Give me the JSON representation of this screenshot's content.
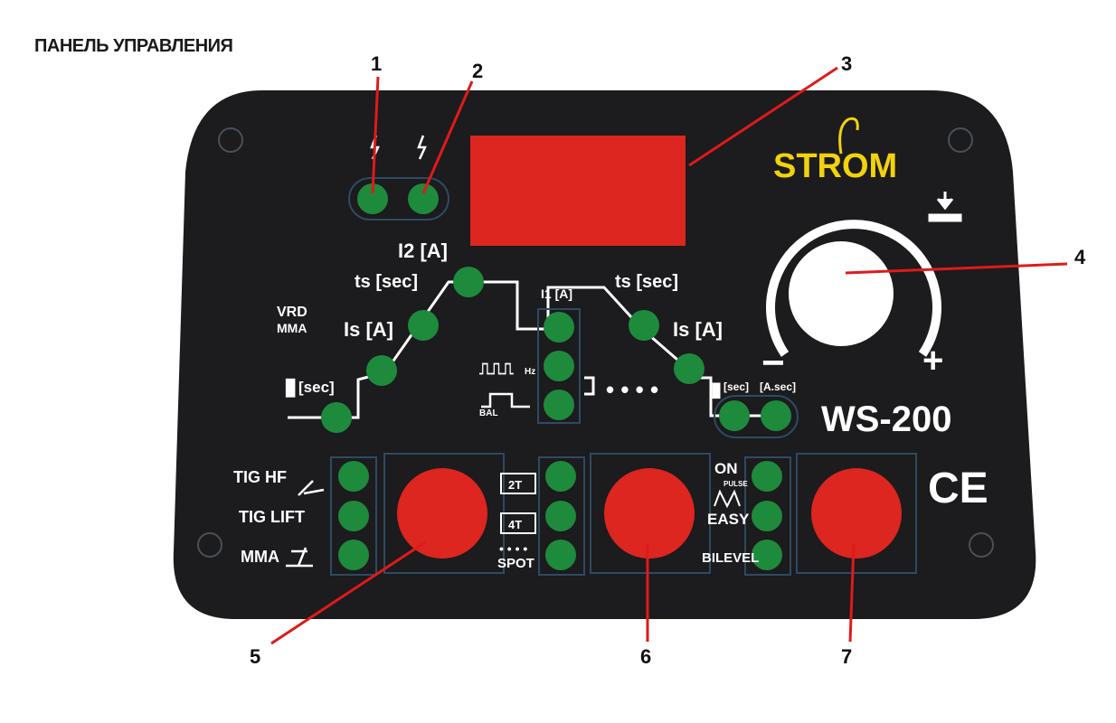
{
  "page_title": "ПАНЕЛЬ УПРАВЛЕНИЯ",
  "brand": {
    "logo_text": "STROM",
    "model": "WS-200",
    "certification": "CE"
  },
  "callouts": [
    "1",
    "2",
    "3",
    "4",
    "5",
    "6",
    "7"
  ],
  "curve_labels": {
    "i2": "I2 [A]",
    "ts_up": "ts [sec]",
    "is_up": "Is [A]",
    "vrd": "VRD",
    "mma": "MMA",
    "pre_gas": "[sec]",
    "i1": "I1 [A]",
    "ts_down": "ts [sec]",
    "is_down": "Is [A]",
    "post_gas": "[sec]",
    "spot_time": "[A.sec]",
    "hz": "Hz",
    "bal": "BAL"
  },
  "knob": {
    "minus": "−",
    "plus": "+"
  },
  "mode_labels": [
    "TIG HF",
    "TIG LIFT",
    "MMA"
  ],
  "trigger_labels": [
    "2T",
    "4T",
    "SPOT"
  ],
  "pulse_labels": [
    "ON",
    "PULSE",
    "EASY",
    "BILEVEL"
  ],
  "colors": {
    "panel": "#1c1b1d",
    "led_green": "#1e8a3c",
    "display_red": "#dc261f",
    "button_red": "#dc261f",
    "leader_red": "#e01a1a",
    "brand_yellow": "#f2d20c",
    "legend_white": "#ffffff"
  }
}
